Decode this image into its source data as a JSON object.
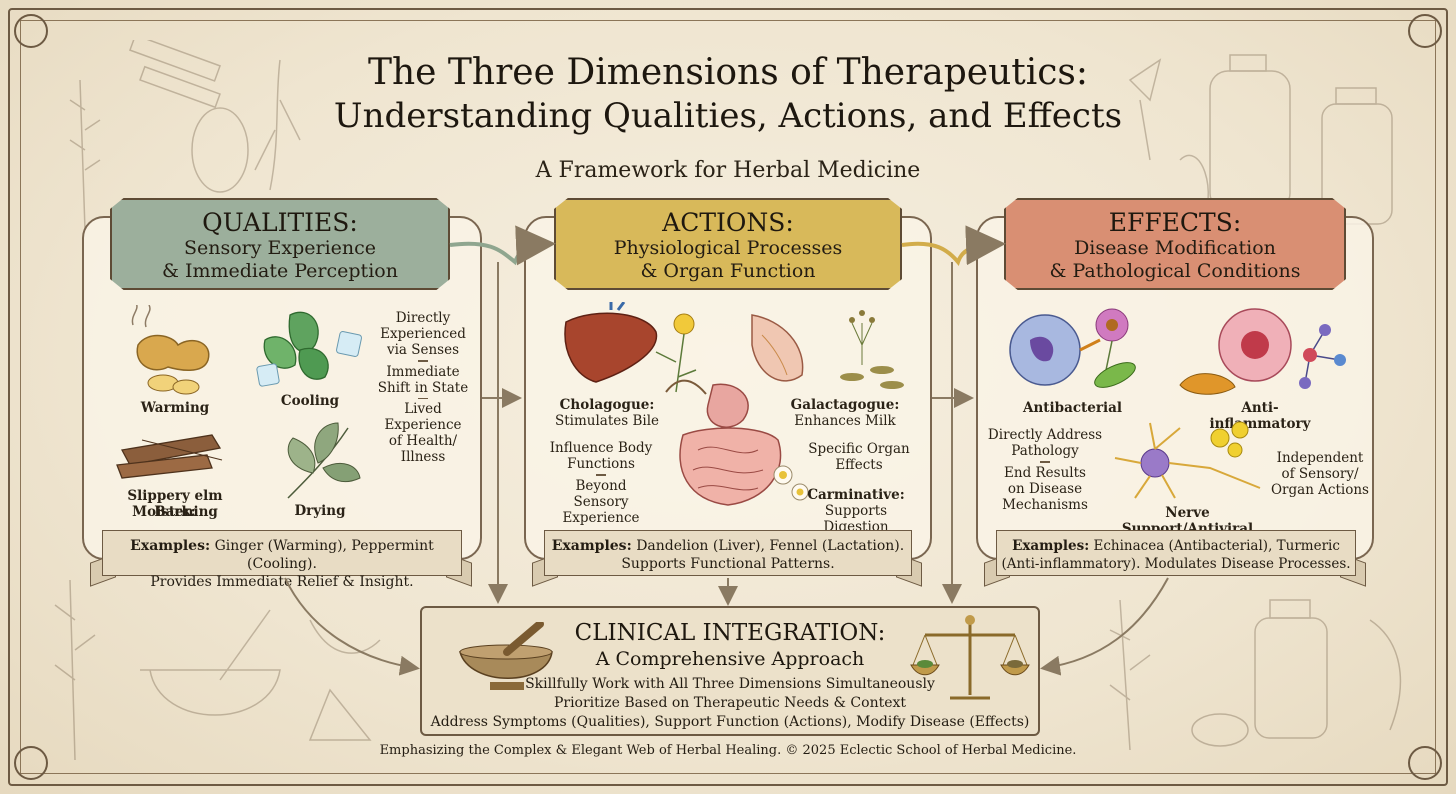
{
  "title_line1": "The Three Dimensions of Therapeutics:",
  "title_line2": "Understanding Qualities, Actions, and Effects",
  "subtitle": "A Framework for Herbal Medicine",
  "qualities": {
    "heading": "QUALITIES:",
    "sub1": "Sensory Experience",
    "sub2": "& Immediate Perception",
    "color": "#9caf9c",
    "labels": {
      "warming": "Warming",
      "cooling": "Cooling",
      "slippery1": "Slippery elm Bark:",
      "slippery2": "Moistening",
      "drying": "Drying"
    },
    "notes": [
      "Directly",
      "Experienced",
      "via Senses",
      "Immediate",
      "Shift in State",
      "Lived",
      "Experience",
      "of Health/",
      "Illness"
    ],
    "example_label": "Examples:",
    "example_text": "Ginger (Warming), Peppermint (Cooling).",
    "example_line2": "Provides Immediate Relief & Insight."
  },
  "actions": {
    "heading": "ACTIONS:",
    "sub1": "Physiological Processes",
    "sub2": "& Organ Function",
    "color": "#d8b95a",
    "cholagogue_title": "Cholagogue:",
    "cholagogue_desc": "Stimulates Bile",
    "galactagogue_title": "Galactagogue:",
    "galactagogue_desc": "Enhances Milk",
    "influence1": "Influence Body",
    "influence2": "Functions",
    "beyond1": "Beyond Sensory",
    "beyond2": "Experience",
    "specific1": "Specific Organ",
    "specific2": "Effects",
    "carminative_title": "Carminative:",
    "carminative_desc": "Supports Digestion",
    "example_label": "Examples:",
    "example_text": "Dandelion (Liver), Fennel (Lactation).",
    "example_line2": "Supports Functional Patterns."
  },
  "effects": {
    "heading": "EFFECTS:",
    "sub1": "Disease Modification",
    "sub2": "& Pathological Conditions",
    "color": "#d98f73",
    "antibacterial": "Antibacterial",
    "antiinflammatory": "Anti-inflammatory",
    "direct1": "Directly Address",
    "direct2": "Pathology",
    "end1": "End Results",
    "end2": "on Disease",
    "end3": "Mechanisms",
    "nerve": "Nerve Support/Antiviral",
    "indep1": "Independent",
    "indep2": "of Sensory/",
    "indep3": "Organ Actions",
    "example_label": "Examples:",
    "example_text": "Echinacea (Antibacterial), Turmeric",
    "example_line2": "(Anti-inflammatory). Modulates Disease Processes."
  },
  "clinical": {
    "heading": "CLINICAL INTEGRATION:",
    "sub": "A Comprehensive Approach",
    "line1": "Skillfully Work with All Three Dimensions Simultaneously",
    "line2": "Prioritize Based on Therapeutic Needs & Context",
    "line3": "Address Symptoms (Qualities), Support Function (Actions), Modify Disease (Effects)"
  },
  "footer": "Emphasizing the Complex & Elegant Web of Herbal Healing. © 2025 Eclectic School of Herbal Medicine."
}
